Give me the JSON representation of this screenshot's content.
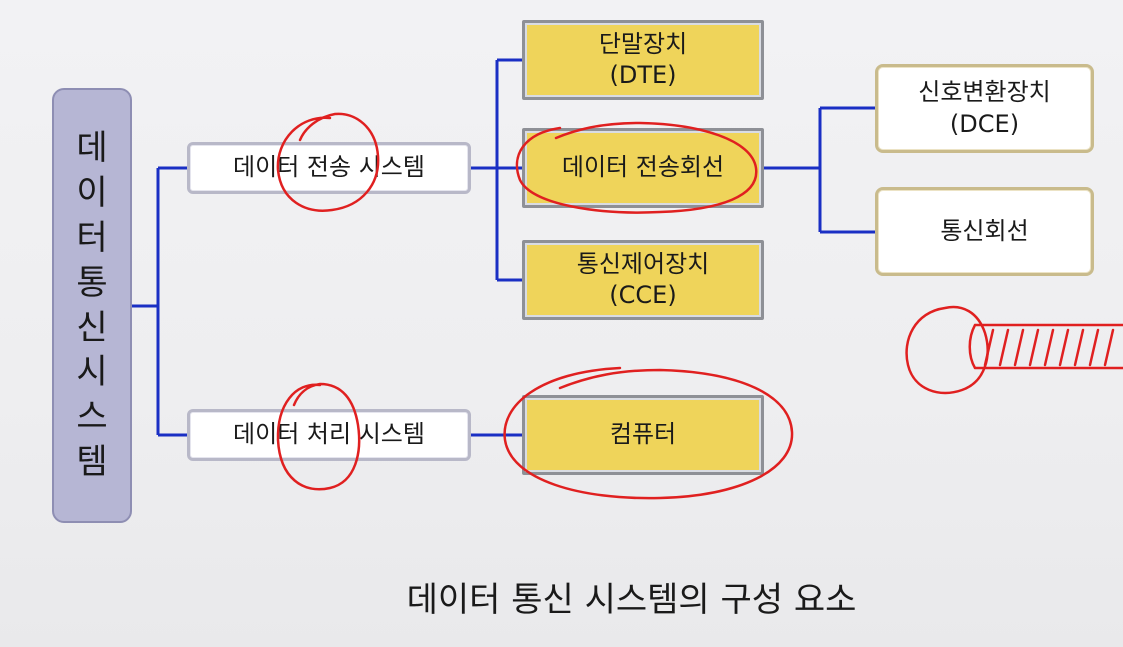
{
  "root": {
    "chars": [
      "데",
      "이",
      "터",
      "통",
      "신",
      "시",
      "스",
      "템"
    ]
  },
  "systems": {
    "transmission": "데이터 전송 시스템",
    "processing": "데이터 처리 시스템"
  },
  "components": {
    "dte": {
      "line1": "단말장치",
      "line2": "(DTE)"
    },
    "line": {
      "line1": "데이터 전송회선"
    },
    "cce": {
      "line1": "통신제어장치",
      "line2": "(CCE)"
    },
    "computer": {
      "line1": "컴퓨터"
    }
  },
  "line_parts": {
    "dce": {
      "line1": "신호변환장치",
      "line2": "(DCE)"
    },
    "comm_line": {
      "line1": "통신회선"
    }
  },
  "caption": "데이터 통신 시스템의 구성 요소",
  "colors": {
    "connector": "#1a2fc4",
    "ink": "#e02020",
    "yellow": "#efd45a",
    "root": "#b6b6d4"
  }
}
